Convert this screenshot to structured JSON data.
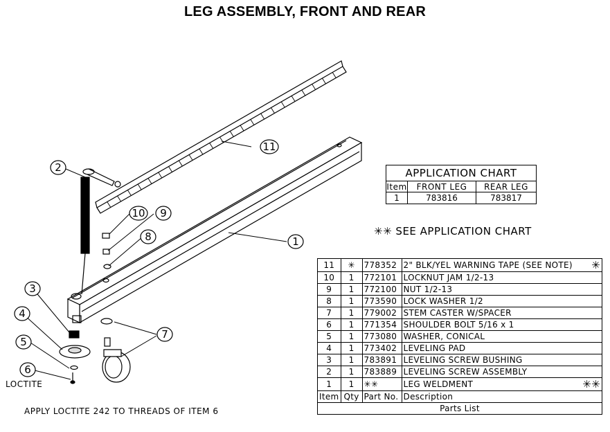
{
  "title": "LEG ASSEMBLY, FRONT AND REAR",
  "callouts": [
    "1",
    "2",
    "3",
    "4",
    "5",
    "6",
    "7",
    "8",
    "9",
    "10",
    "11"
  ],
  "notes": {
    "loctite_label": "LOCTITE",
    "apply_note": "APPLY LOCTITE 242 TO THREADS OF ITEM 6",
    "see_chart": "SEE APPLICATION CHART",
    "see_chart_symbol": "✳✳"
  },
  "application_chart": {
    "title": "APPLICATION CHART",
    "headers": [
      "Item",
      "FRONT  LEG",
      "REAR   LEG"
    ],
    "rows": [
      [
        "1",
        "783816",
        "783817"
      ]
    ]
  },
  "parts_list": {
    "title": "Parts List",
    "headers": [
      "Item",
      "Qty",
      "Part No.",
      "Description"
    ],
    "rows": [
      {
        "item": "11",
        "qty": "✳",
        "part": "778352",
        "desc": "2\" BLK/YEL WARNING TAPE (SEE NOTE)",
        "mark": "✳"
      },
      {
        "item": "10",
        "qty": "1",
        "part": "772101",
        "desc": "LOCKNUT JAM 1/2-13",
        "mark": ""
      },
      {
        "item": "9",
        "qty": "1",
        "part": "772100",
        "desc": "NUT 1/2-13",
        "mark": ""
      },
      {
        "item": "8",
        "qty": "1",
        "part": "773590",
        "desc": "LOCK WASHER 1/2",
        "mark": ""
      },
      {
        "item": "7",
        "qty": "1",
        "part": "779002",
        "desc": "STEM CASTER W/SPACER",
        "mark": ""
      },
      {
        "item": "6",
        "qty": "1",
        "part": "771354",
        "desc": "SHOULDER BOLT 5/16 x 1",
        "mark": ""
      },
      {
        "item": "5",
        "qty": "1",
        "part": "773080",
        "desc": "WASHER, CONICAL",
        "mark": ""
      },
      {
        "item": "4",
        "qty": "1",
        "part": "773402",
        "desc": "LEVELING PAD",
        "mark": ""
      },
      {
        "item": "3",
        "qty": "1",
        "part": "783891",
        "desc": "LEVELING SCREW BUSHING",
        "mark": ""
      },
      {
        "item": "2",
        "qty": "1",
        "part": "783889",
        "desc": "LEVELING SCREW ASSEMBLY",
        "mark": ""
      },
      {
        "item": "1",
        "qty": "1",
        "part": "✳✳",
        "desc": "LEG WELDMENT",
        "mark": "✳✳"
      }
    ]
  }
}
